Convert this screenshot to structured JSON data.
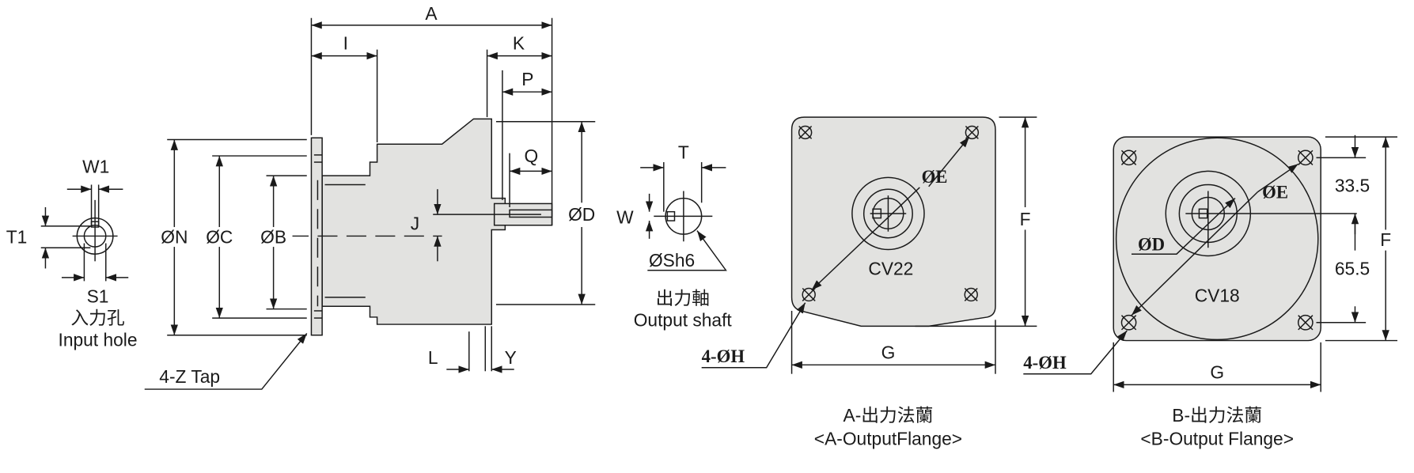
{
  "side_view": {
    "dims": {
      "A": "A",
      "I": "I",
      "K": "K",
      "P": "P",
      "Q": "Q",
      "D": "ØD",
      "J": "J",
      "N": "ØN",
      "C": "ØC",
      "B": "ØB",
      "L": "L",
      "Y": "Y"
    },
    "tap_label": "4-Z Tap"
  },
  "input_hole": {
    "W1": "W1",
    "T1": "T1",
    "S1": "S1",
    "caption_cn": "入力孔",
    "caption_en": "Input hole"
  },
  "output_shaft": {
    "T": "T",
    "W": "W",
    "Sh6": "ØSh6",
    "caption_cn": "出力軸",
    "caption_en": "Output shaft"
  },
  "flange_a": {
    "model": "CV22",
    "E": "ØE",
    "F": "F",
    "G": "G",
    "H": "4-ØH",
    "caption_cn": "A-出力法蘭",
    "caption_en": "<A-OutputFlange>"
  },
  "flange_b": {
    "model": "CV18",
    "E": "ØE",
    "D": "ØD",
    "F": "F",
    "G": "G",
    "H": "4-ØH",
    "dim_top": "33.5",
    "dim_bottom": "65.5",
    "caption_cn": "B-出力法蘭",
    "caption_en": "<B-Output Flange>"
  }
}
